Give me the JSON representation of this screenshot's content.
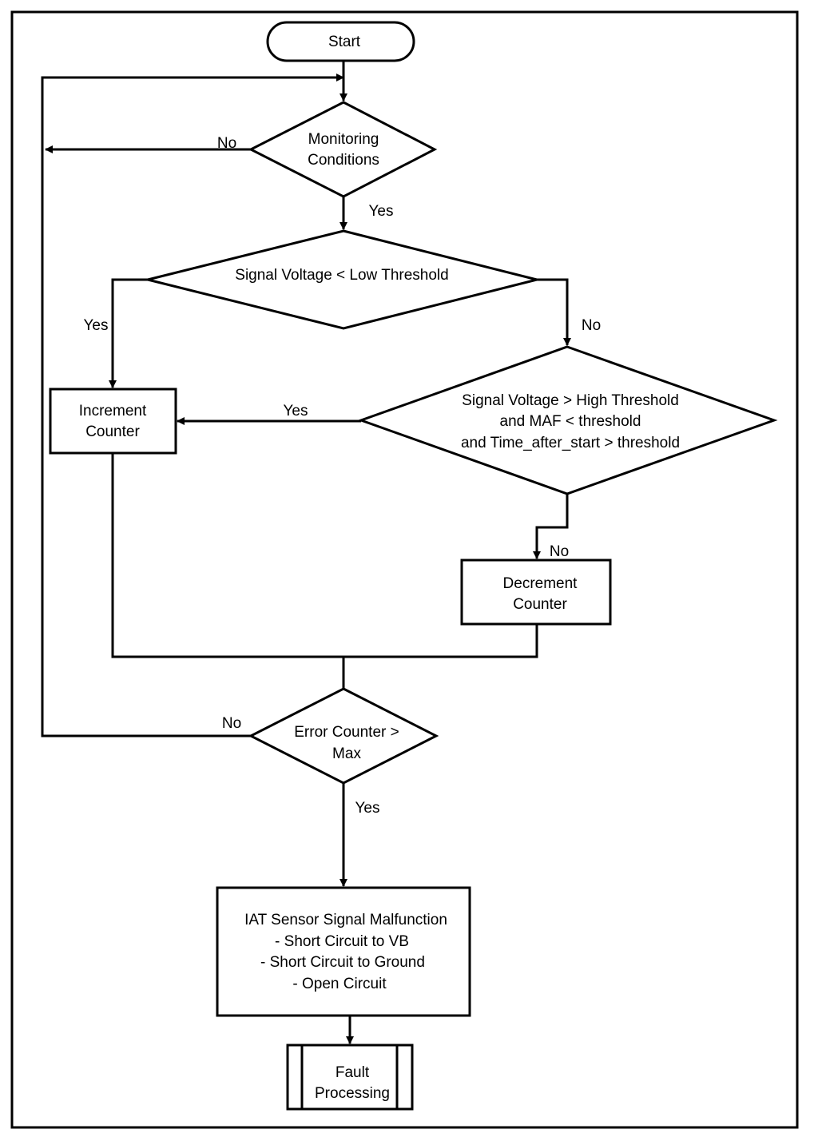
{
  "start": "Start",
  "monitoring": [
    "Monitoring",
    "Conditions"
  ],
  "low_check": "Signal Voltage < Low Threshold",
  "high_check": [
    "Signal Voltage > High Threshold",
    "and MAF < threshold",
    "and Time_after_start > threshold"
  ],
  "increment": [
    "Increment",
    "Counter"
  ],
  "decrement": [
    "Decrement",
    "Counter"
  ],
  "error_check": [
    "Error Counter >",
    "Max"
  ],
  "malfunction": [
    "IAT Sensor Signal Malfunction",
    "- Short Circuit to VB",
    "- Short Circuit to Ground",
    "- Open Circuit"
  ],
  "fault": [
    "Fault",
    "Processing"
  ],
  "labels": {
    "no_monitoring": "No",
    "yes_monitoring": "Yes",
    "yes_low": "Yes",
    "no_low": "No",
    "yes_high": "Yes",
    "no_high": "No",
    "no_error": "No",
    "yes_error": "Yes"
  }
}
